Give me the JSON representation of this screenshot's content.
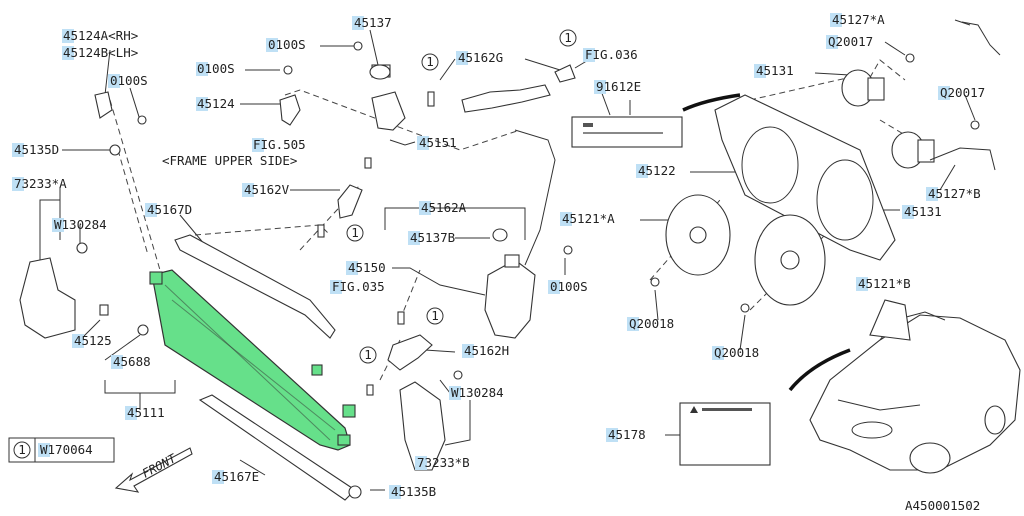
{
  "labels": {
    "p45124a": "45124A<RH>",
    "p45124b": "45124B<LH>",
    "p45137_top": "45137",
    "p0100s_a": "0100S",
    "p0100s_b": "0100S",
    "p0100s_c": "0100S",
    "p0100s_d": "0100S",
    "p45162g": "45162G",
    "fig036": "FIG.036",
    "p91612e": "91612E",
    "p45127a": "45127*A",
    "pq20017a": "Q20017",
    "pq20017b": "Q20017",
    "p45131a": "45131",
    "p45131b": "45131",
    "p45124": "45124",
    "fig505": "FIG.505",
    "frame_upper": "<FRAME UPPER SIDE>",
    "p45135d": "45135D",
    "p45151": "45151",
    "p45122": "45122",
    "p73233a": "73233*A",
    "p45162v": "45162V",
    "p45127b": "45127*B",
    "p45167d": "45167D",
    "p45162a": "45162A",
    "p45121a": "45121*A",
    "pw130284a": "W130284",
    "pw130284b": "W130284",
    "p45137b": "45137B",
    "p45150": "45150",
    "fig035": "FIG.035",
    "p45121b": "45121*B",
    "pq20018a": "Q20018",
    "pq20018b": "Q20018",
    "p45125": "45125",
    "p45688": "45688",
    "p45162h": "45162H",
    "p45111": "45111",
    "p73233b": "73233*B",
    "pw170064": "W170064",
    "p45178": "45178",
    "p45167e": "45167E",
    "p45135b": "45135B",
    "front": "FRONT",
    "circle_ref": "1",
    "diagram_id": "A450001502"
  },
  "colors": {
    "radiator_fill": "#66e08a",
    "label_highlight": "#bfe0f5",
    "line": "#333333"
  }
}
